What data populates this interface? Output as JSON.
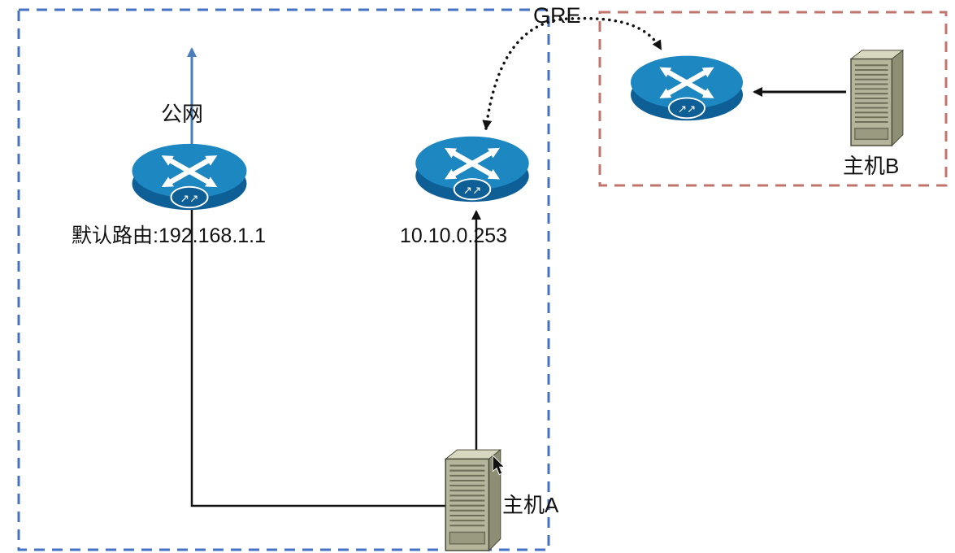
{
  "diagram": {
    "type": "network-topology",
    "labels": {
      "public_network": "公网",
      "gre_tunnel": "GRE",
      "default_route": "默认路由:192.168.1.1",
      "middle_router_ip": "10.10.0.253",
      "host_a": "主机A",
      "host_b": "主机B"
    },
    "icons": {
      "router": "cisco-router-icon",
      "server": "host-server-icon",
      "cursor": "mouse-pointer-icon"
    },
    "colors": {
      "site_a_border": "#4472c4",
      "site_b_border": "#c0746c",
      "router_blue": "#1c87c0",
      "router_dark": "#0d5f96",
      "server_body": "#b4b59b",
      "server_side": "#8e8e74",
      "server_top": "#d8d8c0",
      "line_black": "#111111",
      "line_blue": "#4a7ebb"
    },
    "nodes": [
      {
        "id": "gateway-router",
        "type": "router",
        "label_ref": "default_route"
      },
      {
        "id": "tunnel-router-a",
        "type": "router",
        "label_ref": "middle_router_ip"
      },
      {
        "id": "tunnel-router-b",
        "type": "router"
      },
      {
        "id": "host-a",
        "type": "server",
        "label_ref": "host_a"
      },
      {
        "id": "host-b",
        "type": "server",
        "label_ref": "host_b"
      }
    ],
    "connections": [
      {
        "from": "host-a",
        "to": "gateway-router",
        "style": "solid-elbow"
      },
      {
        "from": "host-a",
        "to": "tunnel-router-a",
        "style": "solid-arrow"
      },
      {
        "from": "gateway-router",
        "to": "public-network",
        "style": "solid-arrow-blue"
      },
      {
        "from": "tunnel-router-a",
        "to": "tunnel-router-b",
        "style": "dotted-curve-double-arrow",
        "label_ref": "gre_tunnel"
      },
      {
        "from": "host-b",
        "to": "tunnel-router-b",
        "style": "solid-arrow"
      }
    ]
  }
}
